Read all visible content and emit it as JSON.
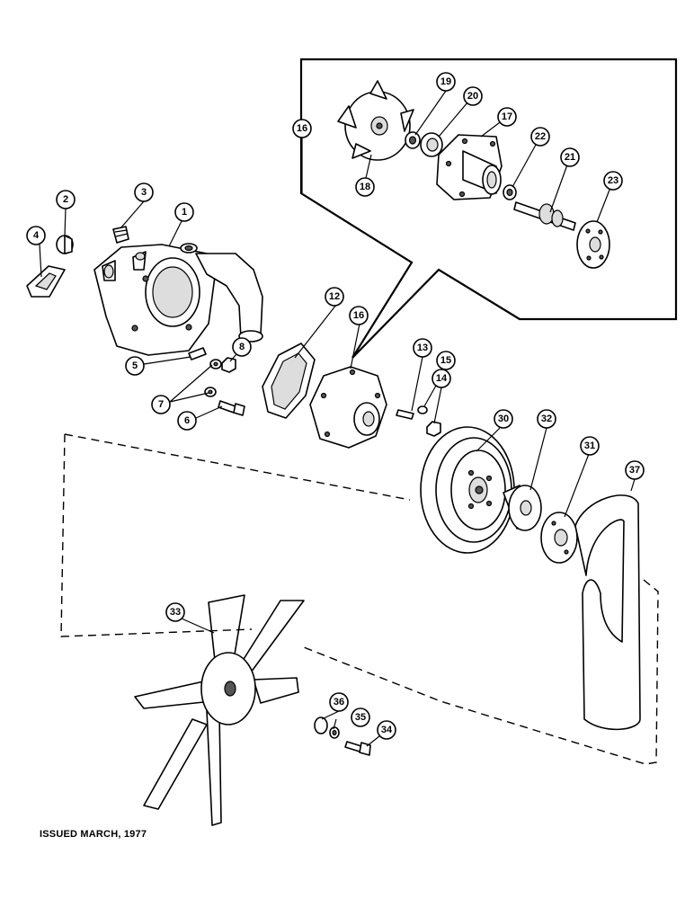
{
  "footer": {
    "issued": "ISSUED MARCH, 1977"
  },
  "callouts": {
    "c1": "1",
    "c2": "2",
    "c3": "3",
    "c4": "4",
    "c5": "5",
    "c6": "6",
    "c7": "7",
    "c8": "8",
    "c12": "12",
    "c13": "13",
    "c14": "14",
    "c15": "15",
    "c16a": "16",
    "c16b": "16",
    "c17": "17",
    "c18": "18",
    "c19": "19",
    "c20": "20",
    "c21": "21",
    "c22": "22",
    "c23": "23",
    "c30": "30",
    "c31": "31",
    "c32": "32",
    "c33": "33",
    "c34": "34",
    "c35": "35",
    "c36": "36",
    "c37": "37"
  }
}
